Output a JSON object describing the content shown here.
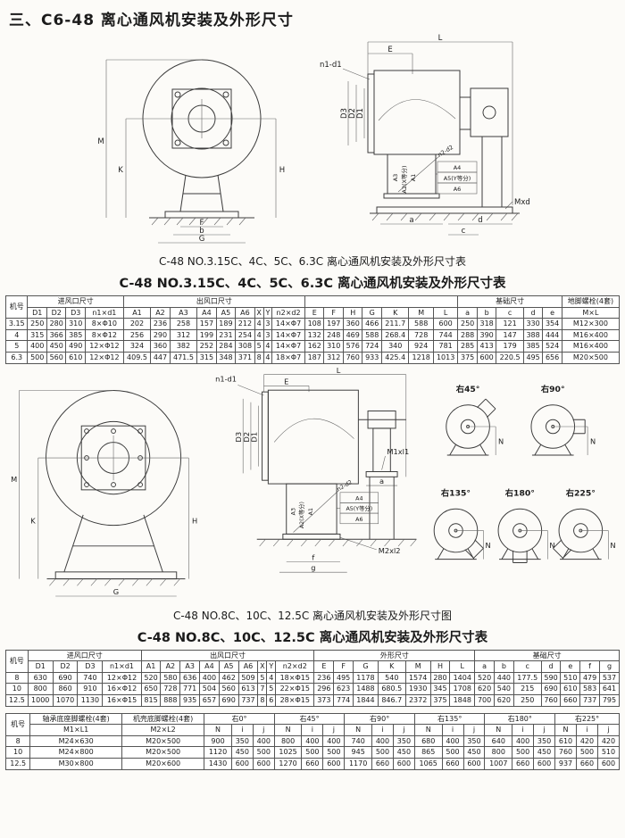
{
  "page": {
    "title": "三、C6-48 离心通风机安装及外形尺寸",
    "figure1_caption": "C-48 NO.3.15C、4C、5C、6.3C 离心通风机安装及外形尺寸表",
    "table1_title": "C-48 NO.3.15C、4C、5C、6.3C 离心通风机安装及外形尺寸表",
    "figure2_caption": "C-48 NO.8C、10C、12.5C 离心通风机安装及外形尺寸图",
    "table2_title": "C-48 NO.8C、10C、12.5C 离心通风机安装及外形尺寸表"
  },
  "diagrams": {
    "fig1_front": {
      "M": "M",
      "K": "K",
      "H": "H",
      "F": "F",
      "b": "b",
      "G": "G"
    },
    "fig1_side": {
      "L": "L",
      "E": "E",
      "n1d1": "n1-d1",
      "D3": "D3",
      "D2": "D2",
      "D1": "D1",
      "A3": "A3",
      "A2": "A2(X等分)",
      "A1": "A1",
      "A4": "A4",
      "A5": "A5(Y等分)",
      "A6": "A6",
      "n2d2": "n2-d2",
      "Mxd": "Mxd",
      "a": "a",
      "d": "d",
      "c": "c"
    },
    "fig2_front": {
      "M": "M",
      "K": "K",
      "H": "H",
      "G": "G"
    },
    "fig2_side": {
      "n1d1": "n1-d1",
      "L": "L",
      "E": "E",
      "D3": "D3",
      "D2": "D2",
      "D1": "D1",
      "A3": "A3",
      "A2": "A2(X等分)",
      "A1": "A1",
      "A4": "A4",
      "A5": "A5(Y等分)",
      "A6": "A6",
      "n2d2": "n2-d2",
      "M1xl1": "M1xl1",
      "a": "a",
      "M2xl2": "M2xl2",
      "f": "f",
      "g": "g"
    },
    "orientations": [
      {
        "label": "右45°"
      },
      {
        "label": "右90°"
      },
      {
        "label": "右135°"
      },
      {
        "label": "右180°"
      },
      {
        "label": "右225°"
      }
    ],
    "dimN": "N"
  },
  "tables": {
    "t1": {
      "header": [
        [
          {
            "t": "机号",
            "rs": 2
          },
          {
            "t": "进风口尺寸",
            "cs": 4
          },
          {
            "t": "出风口尺寸",
            "cs": 9
          },
          {
            "t": "",
            "cs": 7
          },
          {
            "t": "基础尺寸",
            "cs": 5
          },
          {
            "t": "地脚螺栓(4套)"
          }
        ],
        [
          {
            "t": "D1"
          },
          {
            "t": "D2"
          },
          {
            "t": "D3"
          },
          {
            "t": "n1×d1"
          },
          {
            "t": "A1"
          },
          {
            "t": "A2"
          },
          {
            "t": "A3"
          },
          {
            "t": "A4"
          },
          {
            "t": "A5"
          },
          {
            "t": "A6"
          },
          {
            "t": "X"
          },
          {
            "t": "Y"
          },
          {
            "t": "n2×d2"
          },
          {
            "t": "E"
          },
          {
            "t": "F"
          },
          {
            "t": "H"
          },
          {
            "t": "G"
          },
          {
            "t": "K"
          },
          {
            "t": "M"
          },
          {
            "t": "L"
          },
          {
            "t": "a"
          },
          {
            "t": "b"
          },
          {
            "t": "c"
          },
          {
            "t": "d"
          },
          {
            "t": "e"
          },
          {
            "t": "M×L"
          }
        ]
      ],
      "rows": [
        [
          "3.15",
          "250",
          "280",
          "310",
          "8×Φ10",
          "202",
          "236",
          "258",
          "157",
          "189",
          "212",
          "4",
          "3",
          "14×Φ7",
          "108",
          "197",
          "360",
          "466",
          "211.7",
          "588",
          "600",
          "250",
          "318",
          "121",
          "330",
          "354",
          "M12×300"
        ],
        [
          "4",
          "315",
          "366",
          "385",
          "8×Φ12",
          "256",
          "290",
          "312",
          "199",
          "231",
          "254",
          "4",
          "3",
          "14×Φ7",
          "132",
          "248",
          "469",
          "588",
          "268.4",
          "728",
          "744",
          "288",
          "390",
          "147",
          "388",
          "444",
          "M16×400"
        ],
        [
          "5",
          "400",
          "450",
          "490",
          "12×Φ12",
          "324",
          "360",
          "382",
          "252",
          "284",
          "308",
          "5",
          "4",
          "14×Φ7",
          "162",
          "310",
          "576",
          "724",
          "340",
          "924",
          "781",
          "285",
          "413",
          "179",
          "385",
          "524",
          "M16×400"
        ],
        [
          "6.3",
          "500",
          "560",
          "610",
          "12×Φ12",
          "409.5",
          "447",
          "471.5",
          "315",
          "348",
          "371",
          "8",
          "4",
          "18×Φ7",
          "187",
          "312",
          "760",
          "933",
          "425.4",
          "1218",
          "1013",
          "375",
          "600",
          "220.5",
          "495",
          "656",
          "M20×500"
        ]
      ]
    },
    "t2": {
      "header": [
        [
          {
            "t": "机号",
            "rs": 2
          },
          {
            "t": "进风口尺寸",
            "cs": 4
          },
          {
            "t": "出风口尺寸",
            "cs": 9
          },
          {
            "t": "外形尺寸",
            "cs": 7
          },
          {
            "t": "基础尺寸",
            "cs": 7
          }
        ],
        [
          {
            "t": "D1"
          },
          {
            "t": "D2"
          },
          {
            "t": "D3"
          },
          {
            "t": "n1×d1"
          },
          {
            "t": "A1"
          },
          {
            "t": "A2"
          },
          {
            "t": "A3"
          },
          {
            "t": "A4"
          },
          {
            "t": "A5"
          },
          {
            "t": "A6"
          },
          {
            "t": "X"
          },
          {
            "t": "Y"
          },
          {
            "t": "n2×d2"
          },
          {
            "t": "E"
          },
          {
            "t": "F"
          },
          {
            "t": "G"
          },
          {
            "t": "K"
          },
          {
            "t": "M"
          },
          {
            "t": "H"
          },
          {
            "t": "L"
          },
          {
            "t": "a"
          },
          {
            "t": "b"
          },
          {
            "t": "c"
          },
          {
            "t": "d"
          },
          {
            "t": "e"
          },
          {
            "t": "f"
          },
          {
            "t": "g"
          }
        ]
      ],
      "rows": [
        [
          "8",
          "630",
          "690",
          "740",
          "12×Φ12",
          "520",
          "580",
          "636",
          "400",
          "462",
          "509",
          "5",
          "4",
          "18×Φ15",
          "236",
          "495",
          "1178",
          "540",
          "1574",
          "280",
          "1404",
          "520",
          "440",
          "177.5",
          "590",
          "510",
          "479",
          "537"
        ],
        [
          "10",
          "800",
          "860",
          "910",
          "16×Φ12",
          "650",
          "728",
          "771",
          "504",
          "560",
          "613",
          "7",
          "5",
          "22×Φ15",
          "296",
          "623",
          "1488",
          "680.5",
          "1930",
          "345",
          "1708",
          "620",
          "540",
          "215",
          "690",
          "610",
          "583",
          "641"
        ],
        [
          "12.5",
          "1000",
          "1070",
          "1130",
          "16×Φ15",
          "815",
          "888",
          "935",
          "657",
          "690",
          "737",
          "8",
          "6",
          "28×Φ15",
          "373",
          "774",
          "1844",
          "846.7",
          "2372",
          "375",
          "1848",
          "700",
          "620",
          "250",
          "760",
          "660",
          "737",
          "795"
        ]
      ]
    },
    "t3": {
      "header": [
        [
          {
            "t": "机号",
            "rs": 2
          },
          {
            "t": "轴承底座脚螺栓(4套)"
          },
          {
            "t": "机壳底脚螺栓(4套)"
          },
          {
            "t": "右0°",
            "cs": 3
          },
          {
            "t": "右45°",
            "cs": 3
          },
          {
            "t": "右90°",
            "cs": 3
          },
          {
            "t": "右135°",
            "cs": 3
          },
          {
            "t": "右180°",
            "cs": 3
          },
          {
            "t": "右225°",
            "cs": 3
          }
        ],
        [
          {
            "t": "M1×L1"
          },
          {
            "t": "M2×L2"
          },
          {
            "t": "N"
          },
          {
            "t": "i"
          },
          {
            "t": "j"
          },
          {
            "t": "N"
          },
          {
            "t": "i"
          },
          {
            "t": "j"
          },
          {
            "t": "N"
          },
          {
            "t": "i"
          },
          {
            "t": "j"
          },
          {
            "t": "N"
          },
          {
            "t": "i"
          },
          {
            "t": "j"
          },
          {
            "t": "N"
          },
          {
            "t": "i"
          },
          {
            "t": "j"
          },
          {
            "t": "N"
          },
          {
            "t": "i"
          },
          {
            "t": "j"
          }
        ]
      ],
      "rows": [
        [
          "8",
          "M24×630",
          "M20×500",
          "900",
          "350",
          "400",
          "800",
          "400",
          "400",
          "740",
          "400",
          "350",
          "680",
          "400",
          "350",
          "640",
          "400",
          "350",
          "610",
          "420",
          "420"
        ],
        [
          "10",
          "M24×800",
          "M20×500",
          "1120",
          "450",
          "500",
          "1025",
          "500",
          "500",
          "945",
          "500",
          "450",
          "865",
          "500",
          "450",
          "800",
          "500",
          "450",
          "760",
          "500",
          "510"
        ],
        [
          "12.5",
          "M30×800",
          "M20×600",
          "1430",
          "600",
          "600",
          "1270",
          "660",
          "600",
          "1170",
          "660",
          "600",
          "1065",
          "660",
          "600",
          "1007",
          "660",
          "600",
          "937",
          "660",
          "600"
        ]
      ]
    }
  }
}
